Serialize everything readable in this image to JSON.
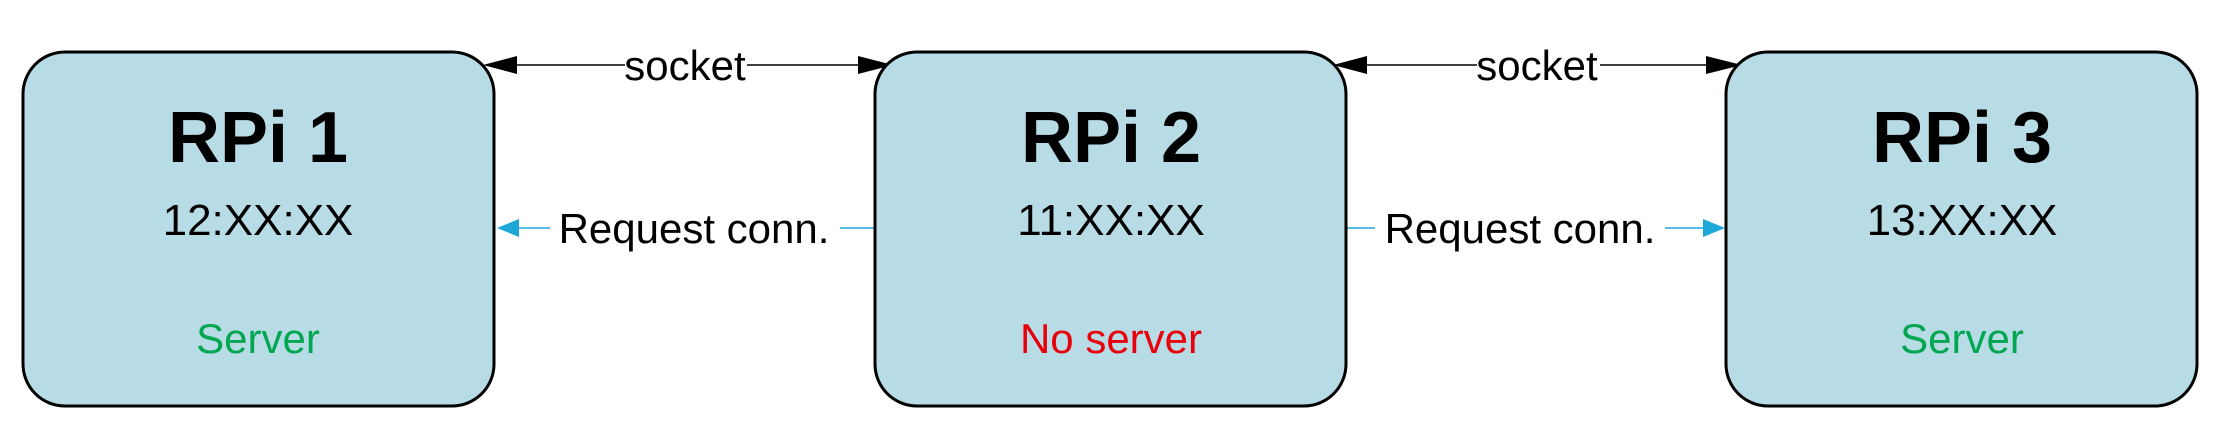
{
  "nodes": [
    {
      "title": "RPi 1",
      "mac": "12:XX:XX",
      "status": "Server",
      "status_color": "#00a650"
    },
    {
      "title": "RPi 2",
      "mac": "11:XX:XX",
      "status": "No server",
      "status_color": "#e8000b"
    },
    {
      "title": "RPi 3",
      "mac": "13:XX:XX",
      "status": "Server",
      "status_color": "#00a650"
    }
  ],
  "edges": {
    "socket_label": "socket",
    "request_label": "Request conn."
  },
  "colors": {
    "box_fill": "#b8dce6",
    "request_arrow": "#1ea8d8",
    "socket_arrow": "#000000"
  }
}
